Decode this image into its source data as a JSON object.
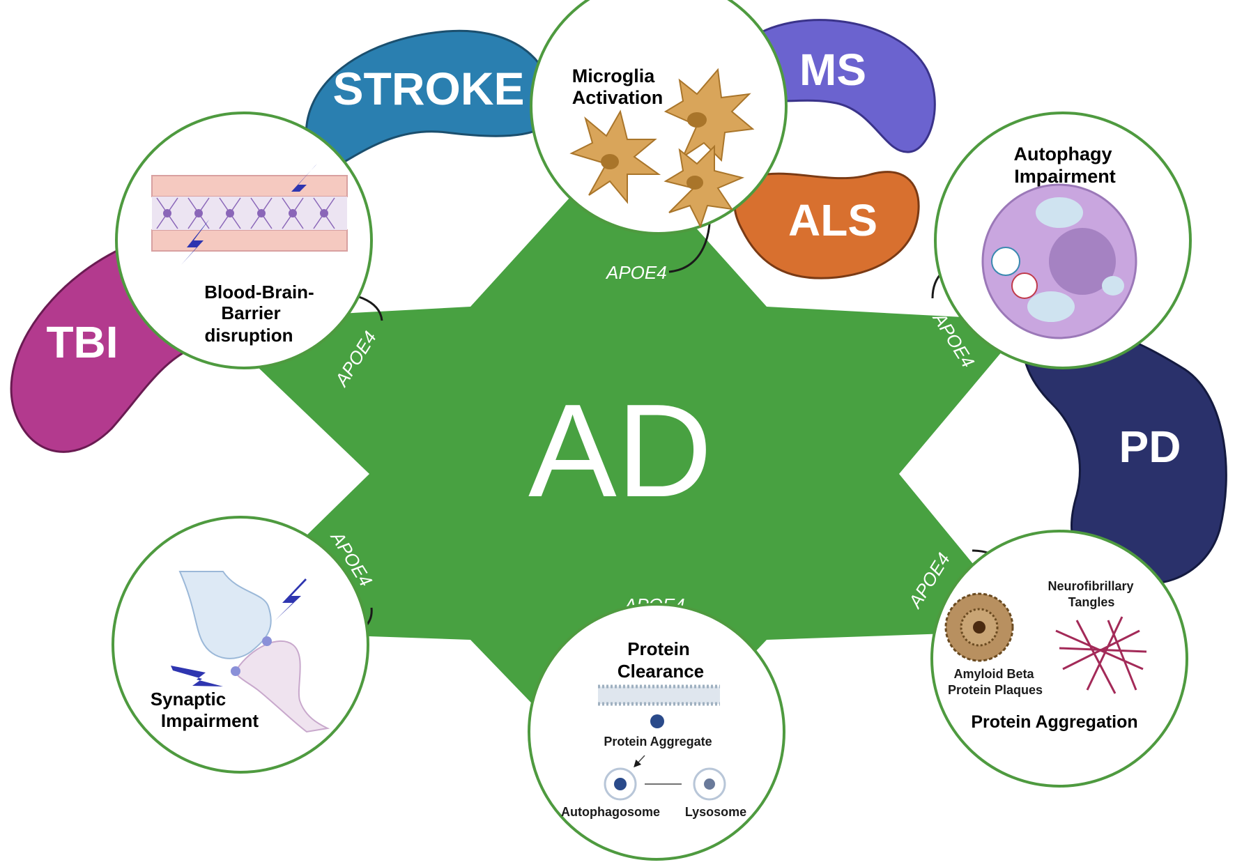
{
  "center": {
    "label": "AD",
    "color": "#48a141"
  },
  "diseases": {
    "stroke": "STROKE",
    "ms": "MS",
    "als": "ALS",
    "tbi": "TBI",
    "pd": "PD"
  },
  "colors": {
    "stroke": "#2a7fb0",
    "ms": "#6b63cf",
    "als": "#d8702f",
    "tbi": "#b33a8e",
    "pd": "#2a316b",
    "node_border": "#4e9a3f"
  },
  "apoe": "APOE4",
  "nodes": {
    "microglia": {
      "line1": "Microglia",
      "line2": "Activation"
    },
    "bbb": {
      "line1": "Blood-Brain-",
      "line2": "Barrier",
      "line3": "disruption"
    },
    "autophagy": {
      "line1": "Autophagy",
      "line2": "Impairment"
    },
    "synaptic": {
      "line1": "Synaptic",
      "line2": "Impairment"
    },
    "clearance": {
      "line1": "Protein",
      "line2": "Clearance",
      "aggregate": "Protein Aggregate",
      "autophagosome": "Autophagosome",
      "lysosome": "Lysosome"
    },
    "aggregation": {
      "title": "Protein Aggregation",
      "nft1": "Neurofibrillary",
      "nft2": "Tangles",
      "abeta1": "Amyloid Beta",
      "abeta2": "Protein Plaques"
    }
  },
  "icons": [
    "microglia-cell-icon",
    "blood-vessel-icon",
    "lightning-icon",
    "cell-icon",
    "synapse-icon",
    "membrane-icon",
    "tangle-icon",
    "plaque-icon"
  ]
}
